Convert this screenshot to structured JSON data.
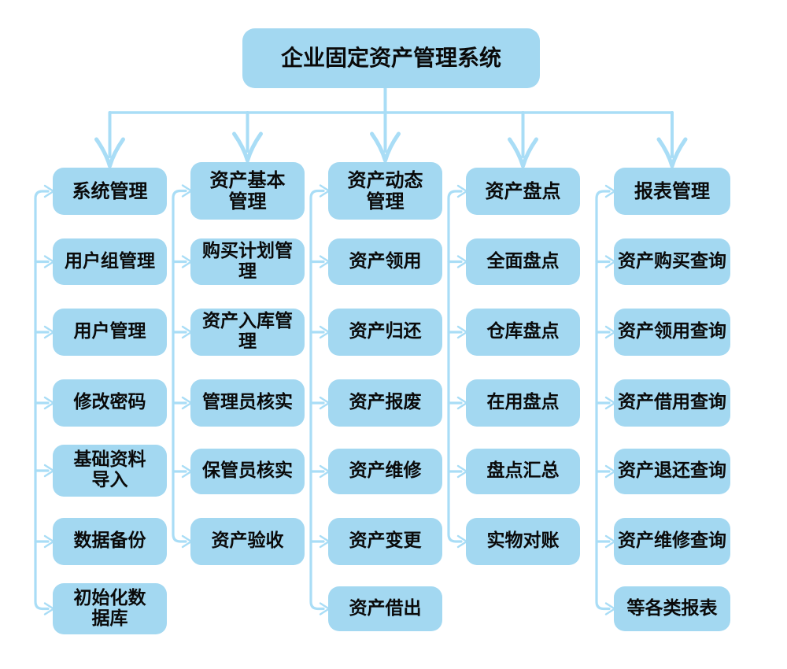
{
  "root": {
    "label": "企业固定资产管理系统"
  },
  "columns": [
    {
      "header": "系统管理",
      "children": [
        "用户组管理",
        "用户管理",
        "修改密码",
        "基础资料\n导入",
        "数据备份",
        "初始化数\n据库"
      ]
    },
    {
      "header": "资产基本\n管理",
      "children": [
        "购买计划管理",
        "资产入库管理",
        "管理员核实",
        "保管员核实",
        "资产验收"
      ]
    },
    {
      "header": "资产动态\n管理",
      "children": [
        "资产领用",
        "资产归还",
        "资产报废",
        "资产维修",
        "资产变更",
        "资产借出"
      ]
    },
    {
      "header": "资产盘点",
      "children": [
        "全面盘点",
        "仓库盘点",
        "在用盘点",
        "盘点汇总",
        "实物对账"
      ]
    },
    {
      "header": "报表管理",
      "children": [
        "资产购买查询",
        "资产领用查询",
        "资产借用查询",
        "资产退还查询",
        "资产维修查询",
        "等各类报表"
      ]
    }
  ],
  "colors": {
    "box": "#a3d8f1",
    "line": "#a9ddf6",
    "text": "#0a0a0a",
    "background": "#ffffff"
  }
}
